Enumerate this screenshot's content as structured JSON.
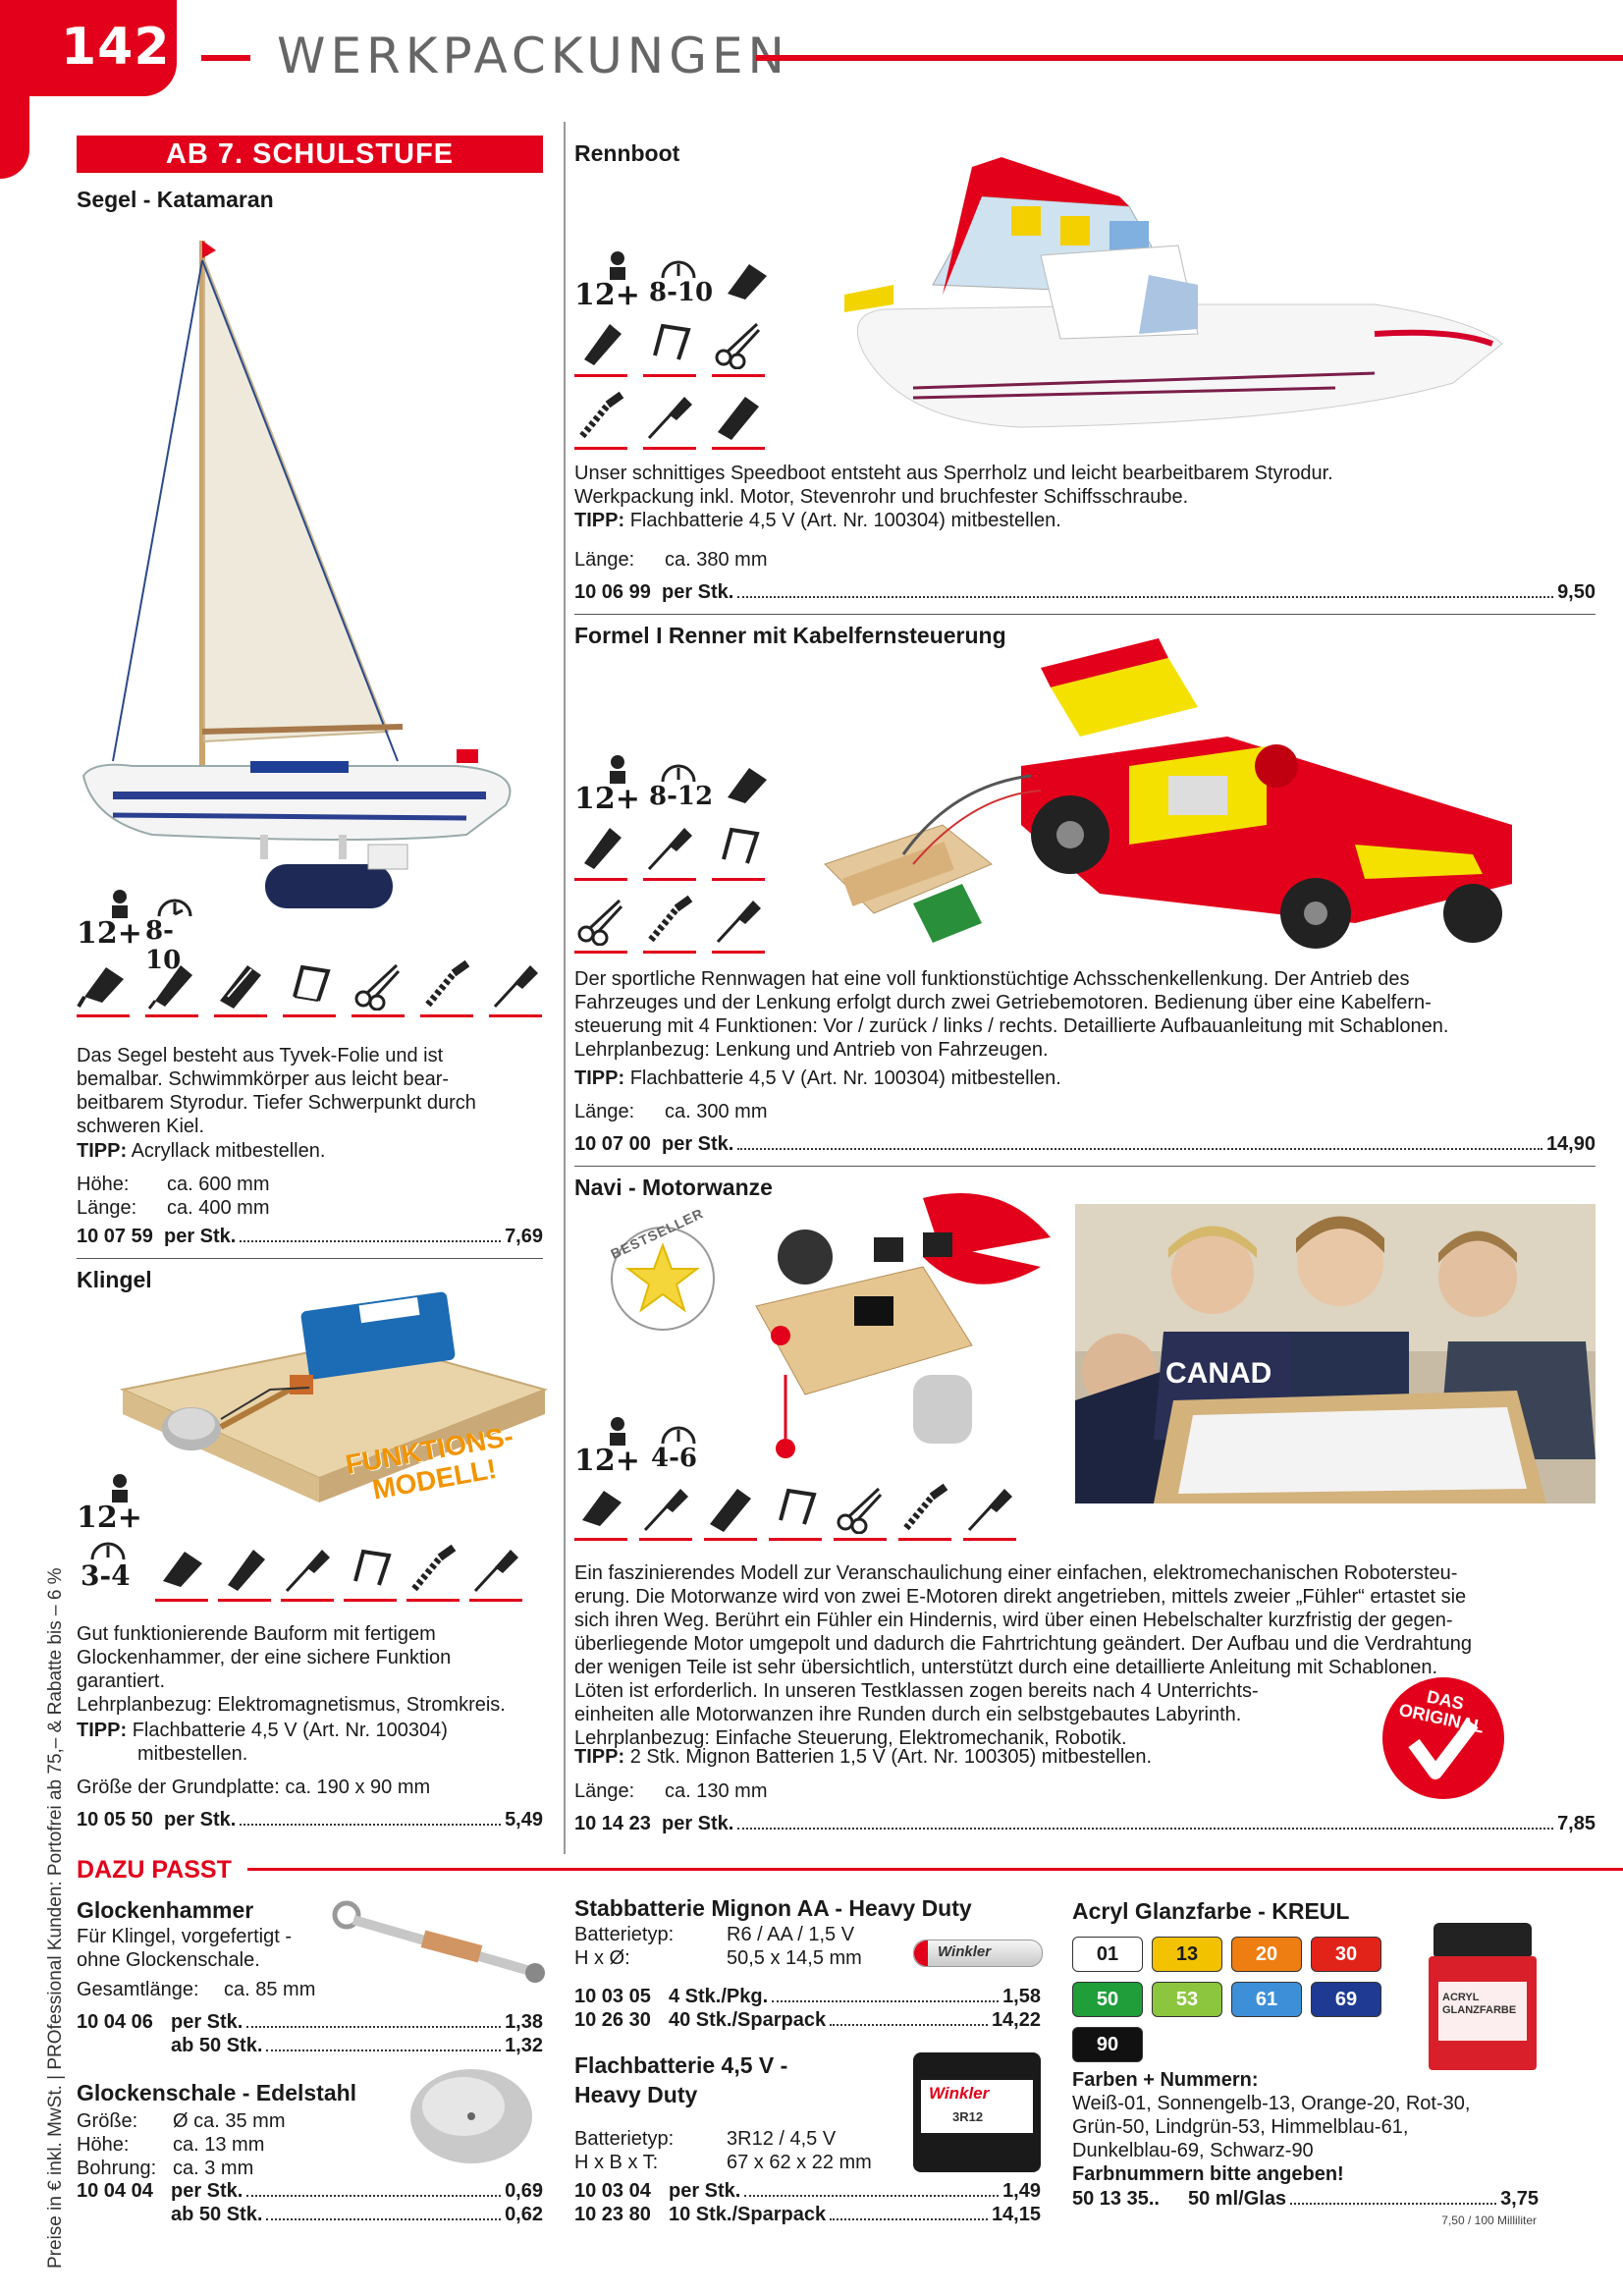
{
  "header": {
    "page_number": "142",
    "section_title": "WERKPACKUNGEN"
  },
  "sidebar": {
    "vertical_text": "Preise in € inkl. MwSt. | PROfessional Kunden: Portofrei ab 75,– & Rabatte bis – 6 %"
  },
  "left_col": {
    "stufe": "AB 7. SCHULSTUFE",
    "katamaran": {
      "title": "Segel - Katamaran",
      "age": "12+",
      "time": "8-10",
      "text": [
        "Das Segel besteht aus Tyvek-Folie und ist",
        "bemalbar. Schwimmkörper aus leicht bear-",
        "beitbarem Styrodur. Tiefer Schwerpunkt durch",
        "schweren Kiel."
      ],
      "tipp_label": "TIPP:",
      "tipp": "Acryllack mitbestellen.",
      "dims": [
        {
          "k": "Höhe:",
          "v": "ca. 600 mm"
        },
        {
          "k": "Länge:",
          "v": "ca. 400 mm"
        }
      ],
      "order": {
        "nr": "10 07 59",
        "unit": "per Stk.",
        "price": "7,69"
      }
    },
    "klingel": {
      "title": "Klingel",
      "badge": "FUNKTIONS-\nMODELL!",
      "age": "12+",
      "time": "3-4",
      "text": [
        "Gut funktionierende Bauform mit fertigem",
        "Glockenhammer, der eine sichere Funktion",
        "garantiert.",
        "Lehrplanbezug: Elektromagnetismus, Stromkreis."
      ],
      "tipp_label": "TIPP:",
      "tipp1": "Flachbatterie 4,5 V (Art. Nr. 100304)",
      "tipp2": "mitbestellen.",
      "size": "Größe der Grundplatte: ca. 190 x 90 mm",
      "order": {
        "nr": "10 05 50",
        "unit": "per Stk.",
        "price": "5,49"
      }
    }
  },
  "right_col": {
    "rennboot": {
      "title": "Rennboot",
      "age": "12+",
      "time": "8-10",
      "text": [
        "Unser schnittiges Speedboot entsteht aus Sperrholz und leicht bearbeitbarem Styrodur.",
        "Werkpackung inkl. Motor, Stevenrohr und bruchfester Schiffsschraube."
      ],
      "tipp_label": "TIPP:",
      "tipp": "Flachbatterie 4,5 V (Art. Nr. 100304) mitbestellen.",
      "dim_k": "Länge:",
      "dim_v": "ca. 380 mm",
      "order": {
        "nr": "10 06 99",
        "unit": "per Stk.",
        "price": "9,50"
      }
    },
    "formel": {
      "title": "Formel I Renner mit Kabelfernsteuerung",
      "age": "12+",
      "time": "8-12",
      "text": [
        "Der sportliche Rennwagen hat eine voll funktionstüchtige Achsschenkellenkung. Der Antrieb des",
        "Fahrzeuges und der Lenkung erfolgt durch zwei Getriebemotoren. Bedienung über eine Kabelfern-",
        "steuerung mit 4 Funktionen: Vor / zurück / links / rechts. Detaillierte Aufbauanleitung mit Schablonen.",
        "Lehrplanbezug: Lenkung und Antrieb von Fahrzeugen."
      ],
      "tipp_label": "TIPP:",
      "tipp": "Flachbatterie 4,5 V (Art. Nr. 100304) mitbestellen.",
      "dim_k": "Länge:",
      "dim_v": "ca. 300 mm",
      "order": {
        "nr": "10 07 00",
        "unit": "per Stk.",
        "price": "14,90"
      }
    },
    "navi": {
      "title": "Navi - Motorwanze",
      "bestseller": "BESTSELLER",
      "age": "12+",
      "time": "4-6",
      "text": [
        "Ein faszinierendes Modell zur Veranschaulichung einer einfachen, elektromechanischen Robotersteu-",
        "erung. Die Motorwanze wird von zwei E-Motoren direkt angetrieben, mittels zweier „Fühler“ ertastet sie",
        "sich ihren Weg. Berührt ein Fühler ein Hindernis, wird über einen Hebelschalter kurzfristig der gegen-",
        "überliegende Motor umgepolt und dadurch die Fahrtrichtung geändert. Der Aufbau und die Verdrahtung",
        "der wenigen Teile ist sehr übersichtlich, unterstützt durch eine detaillierte Anleitung mit Schablonen.",
        "Löten ist erforderlich. In unseren Testklassen zogen bereits nach 4 Unterrichts-",
        "einheiten alle Motorwanzen ihre Runden durch ein selbstgebautes Labyrinth.",
        "Lehrplanbezug: Einfache Steuerung, Elektromechanik, Robotik."
      ],
      "tipp_label": "TIPP:",
      "tipp": "2 Stk. Mignon Batterien 1,5 V (Art. Nr. 100305) mitbestellen.",
      "dim_k": "Länge:",
      "dim_v": "ca. 130 mm",
      "original": "DAS\nORIGINAL",
      "photo_sign": "CANAD",
      "order": {
        "nr": "10 14 23",
        "unit": "per Stk.",
        "price": "7,85"
      }
    }
  },
  "dazu_passt": {
    "title": "DAZU PASST",
    "glockenhammer": {
      "title": "Glockenhammer",
      "text": [
        "Für Klingel, vorgefertigt -",
        "ohne Glockenschale."
      ],
      "len_k": "Gesamtlänge:",
      "len_v": "ca. 85 mm",
      "orders": [
        {
          "nr": "10 04 06",
          "unit": "per Stk.",
          "price": "1,38"
        },
        {
          "nr": "",
          "unit": "ab 50 Stk.",
          "price": "1,32"
        }
      ]
    },
    "glockenschale": {
      "title": "Glockenschale - Edelstahl",
      "dims": [
        {
          "k": "Größe:",
          "v": "Ø ca. 35 mm"
        },
        {
          "k": "Höhe:",
          "v": "ca. 13 mm"
        },
        {
          "k": "Bohrung:",
          "v": "ca. 3 mm"
        }
      ],
      "orders": [
        {
          "nr": "10 04 04",
          "unit": "per Stk.",
          "price": "0,69"
        },
        {
          "nr": "",
          "unit": "ab 50 Stk.",
          "price": "0,62"
        }
      ]
    },
    "mignon": {
      "title": "Stabbatterie Mignon AA - Heavy Duty",
      "dims": [
        {
          "k": "Batterietyp:",
          "v": "R6 / AA / 1,5 V"
        },
        {
          "k": "H x Ø:",
          "v": "50,5 x 14,5 mm"
        }
      ],
      "brand": "Winkler",
      "orders": [
        {
          "nr": "10 03 05",
          "unit": "4 Stk./Pkg.",
          "price": "1,58"
        },
        {
          "nr": "10 26 30",
          "unit": "40 Stk./Sparpack",
          "price": "14,22"
        }
      ]
    },
    "flach": {
      "title1": "Flachbatterie 4,5 V -",
      "title2": "Heavy Duty",
      "dims": [
        {
          "k": "Batterietyp:",
          "v": "3R12 / 4,5 V"
        },
        {
          "k": "H x B x T:",
          "v": "67 x 62 x 22 mm"
        }
      ],
      "brand": "Winkler",
      "label": "3R12",
      "orders": [
        {
          "nr": "10 03 04",
          "unit": "per Stk.",
          "price": "1,49"
        },
        {
          "nr": "10 23 80",
          "unit": "10 Stk./Sparpack",
          "price": "14,15"
        }
      ]
    },
    "acryl": {
      "title": "Acryl Glanzfarbe - KREUL",
      "swatches": [
        {
          "num": "01",
          "color": "#ffffff",
          "text": "#1a1a1a"
        },
        {
          "num": "13",
          "color": "#f2c200",
          "text": "#1a1a1a"
        },
        {
          "num": "20",
          "color": "#ee7d12",
          "text": "#ffffff"
        },
        {
          "num": "30",
          "color": "#e2231a",
          "text": "#ffffff"
        },
        {
          "num": "50",
          "color": "#1f9e3a",
          "text": "#ffffff"
        },
        {
          "num": "53",
          "color": "#8cc63f",
          "text": "#ffffff"
        },
        {
          "num": "61",
          "color": "#3d8fd8",
          "text": "#ffffff"
        },
        {
          "num": "69",
          "color": "#1f3a93",
          "text": "#ffffff"
        },
        {
          "num": "90",
          "color": "#111111",
          "text": "#ffffff"
        }
      ],
      "colors_title": "Farben + Nummern:",
      "colors_text": [
        "Weiß-01, Sonnengelb-13, Orange-20, Rot-30,",
        "Grün-50, Lindgrün-53, Himmelblau-61,",
        "Dunkelblau-69, Schwarz-90"
      ],
      "note": "Farbnummern bitte angeben!",
      "jar_label": "ACRYL\nGLANZFARBE",
      "order": {
        "nr": "50 13 35..",
        "unit": "50 ml/Glas",
        "price": "3,75"
      },
      "unit_price": "7,50 / 100 Milliliter"
    }
  }
}
